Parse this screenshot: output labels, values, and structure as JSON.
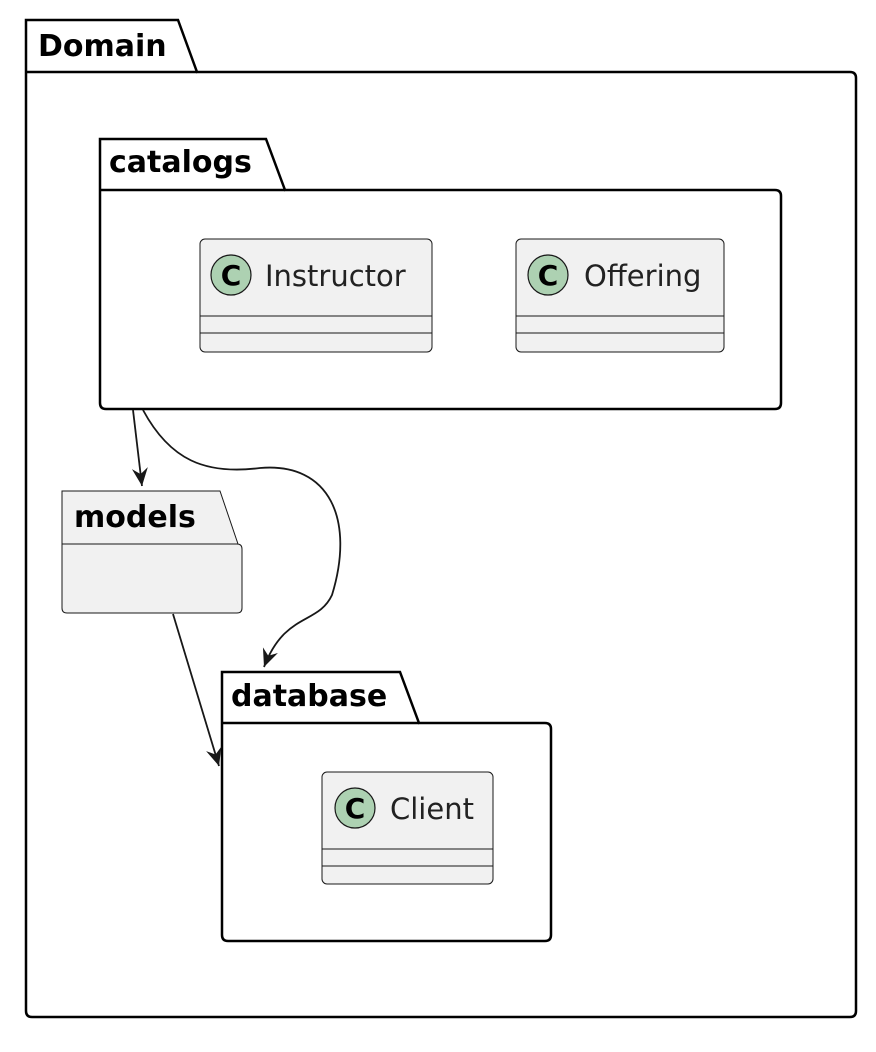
{
  "diagram": {
    "type": "package-dependency",
    "packages": {
      "domain": {
        "label": "Domain"
      },
      "catalogs": {
        "label": "catalogs"
      },
      "models": {
        "label": "models"
      },
      "database": {
        "label": "database"
      }
    },
    "classes": {
      "instructor": {
        "stereotype": "C",
        "name": "Instructor"
      },
      "offering": {
        "stereotype": "C",
        "name": "Offering"
      },
      "client": {
        "stereotype": "C",
        "name": "Client"
      }
    },
    "dependencies": [
      {
        "from": "catalogs",
        "to": "models"
      },
      {
        "from": "catalogs",
        "to": "database"
      },
      {
        "from": "models",
        "to": "database"
      }
    ],
    "colors": {
      "class_fill": "#f1f1f1",
      "class_stroke": "#181818",
      "stereotype_circle": "#add1b2",
      "package_stroke": "#000000",
      "models_fill": "#f1f1f1",
      "arrow": "#181818"
    }
  }
}
